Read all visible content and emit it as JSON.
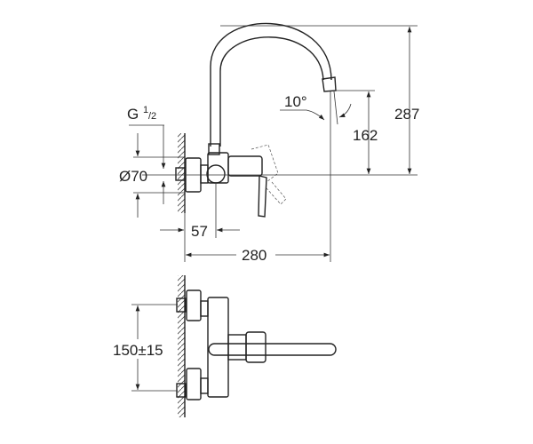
{
  "title": "Wall-mounted single-lever mixer dimension drawing",
  "dimensions": {
    "thread": "G",
    "thread_num": "1",
    "thread_den": "/2",
    "diameter": "Ø70",
    "angle": "10°",
    "height_total": "287",
    "height_outlet": "162",
    "wall_offset": "57",
    "projection": "280",
    "centers": "150±15"
  }
}
